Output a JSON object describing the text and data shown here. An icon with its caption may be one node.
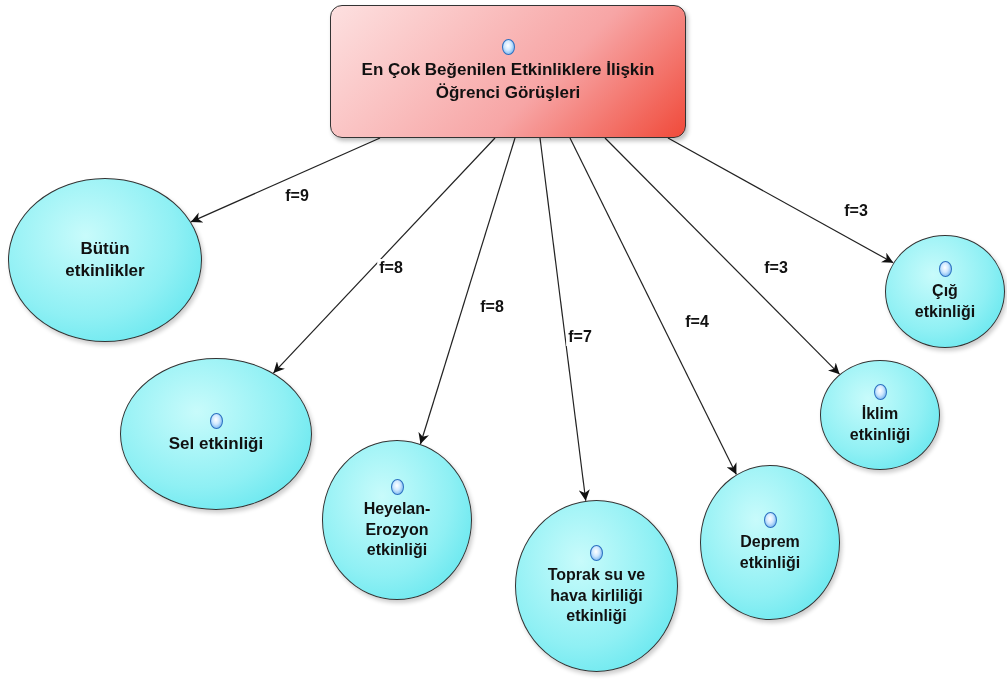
{
  "diagram": {
    "nodes": [
      {
        "text": [
          "En Çok Beğenilen Etkinliklere İlişkin Öğrenci Görüşleri"
        ]
      },
      {
        "text": [
          "Bütün etkinlikler"
        ]
      },
      {
        "text": [
          "Sel etkinliği"
        ]
      },
      {
        "text": [
          "Heyelan-Erozyon etkinliği"
        ]
      },
      {
        "text": [
          "Toprak su ve hava kirliliği etkinliği"
        ]
      },
      {
        "text": [
          "Deprem etkinliği"
        ]
      },
      {
        "text": [
          "İklim etkinliği"
        ]
      },
      {
        "text": [
          "Çığ etkinliği"
        ]
      }
    ],
    "edges": [
      {
        "from": 0,
        "to": 1,
        "arrow": "to",
        "label": "f=9"
      },
      {
        "from": 0,
        "to": 2,
        "arrow": "to",
        "label": "f=8"
      },
      {
        "from": 0,
        "to": 3,
        "arrow": "to",
        "label": "f=8"
      },
      {
        "from": 0,
        "to": 4,
        "arrow": "to",
        "label": "f=7"
      },
      {
        "from": 0,
        "to": 5,
        "arrow": "to",
        "label": "f=4"
      },
      {
        "from": 0,
        "to": 6,
        "arrow": "to",
        "label": "f=3"
      },
      {
        "from": 0,
        "to": 7,
        "arrow": "to",
        "label": "f=3"
      }
    ]
  }
}
